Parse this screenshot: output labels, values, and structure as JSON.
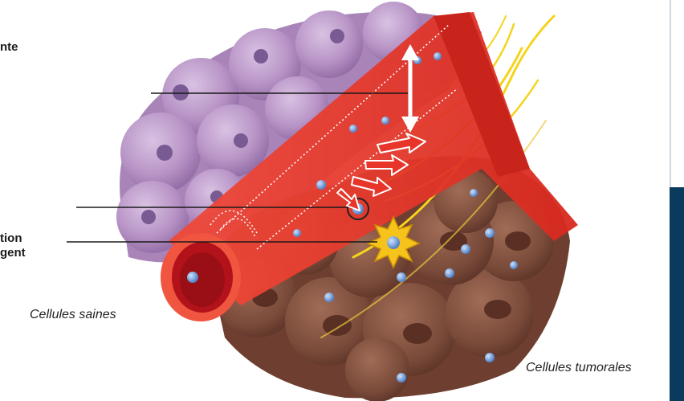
{
  "labels": {
    "top_fragment": "nte",
    "mid_fragment_1": "tion",
    "mid_fragment_2": "gent",
    "healthy_cells": "Cellules saines",
    "tumor_cells": "Cellules tumorales"
  },
  "colors": {
    "vessel": "#e8352a",
    "healthy_cells": "#b98fc6",
    "tumor_cells": "#8a5a48",
    "particles": "#6f9fd8",
    "rays": "#f5d31c",
    "panel_dark": "#0b3b5c"
  },
  "icons": {
    "double_arrow": "double-arrow-icon",
    "starburst": "starburst-icon",
    "flow_arrows": "flow-arrow-icon"
  }
}
